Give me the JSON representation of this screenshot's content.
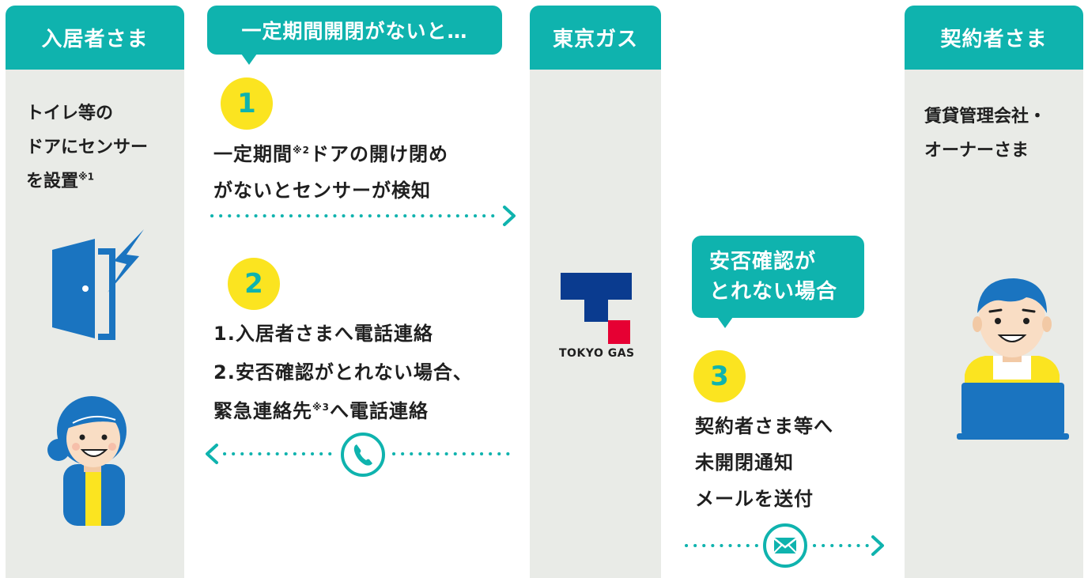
{
  "columns": {
    "resident": {
      "title": "入居者さま",
      "text_line1": "トイレ等の",
      "text_line2": "ドアにセンサー",
      "text_line3": "を設置",
      "text_note": "※1"
    },
    "tokyo_gas": {
      "title": "東京ガス",
      "logo_text": "TOKYO GAS"
    },
    "contractor": {
      "title": "契約者さま",
      "text_line1": "賃貸管理会社・",
      "text_line2": "オーナーさま"
    }
  },
  "bubbles": {
    "top": "一定期間開閉がないと…",
    "safety_line1": "安否確認が",
    "safety_line2": "とれない場合"
  },
  "steps": [
    {
      "number": "1",
      "line1_a": "一定期間",
      "line1_note": "※2",
      "line1_b": "ドアの開け閉め",
      "line2": "がないとセンサーが検知"
    },
    {
      "number": "2",
      "line1": "1.入居者さまへ電話連絡",
      "line2": "2.安否確認がとれない場合、",
      "line3_a": "緊急連絡先",
      "line3_note": "※3",
      "line3_b": "へ電話連絡"
    },
    {
      "number": "3",
      "line1": "契約者さま等へ",
      "line2": "未開閉通知",
      "line3": "メールを送付"
    }
  ],
  "icons": [
    "door-sensor-icon",
    "resident-woman-icon",
    "tokyo-gas-logo",
    "phone-icon",
    "mail-icon",
    "contractor-man-laptop-icon",
    "arrow-right-icon",
    "arrow-left-icon"
  ],
  "colors": {
    "teal": "#0fb3ae",
    "yellow": "#fbe420",
    "blue": "#1a74c0",
    "column_bg": "#e9ebe7",
    "logo_red": "#e60033",
    "logo_navy": "#0a3b8f"
  }
}
